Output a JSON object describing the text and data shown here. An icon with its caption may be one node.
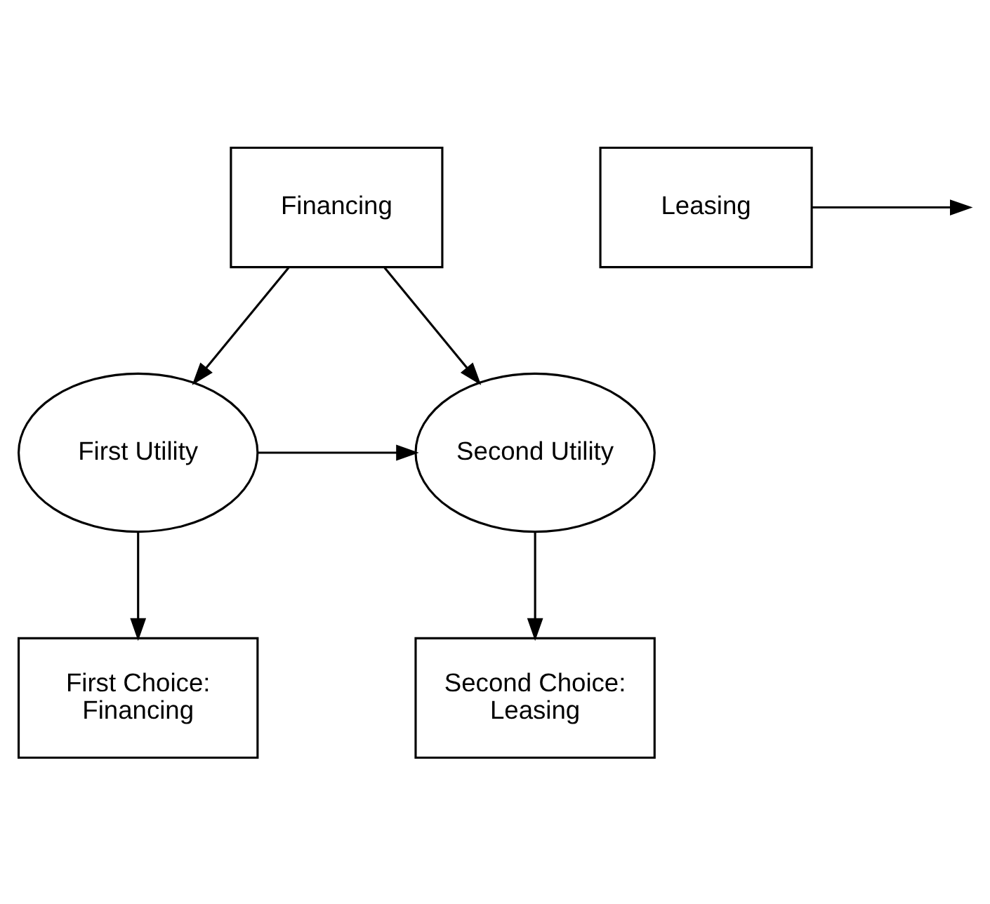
{
  "diagram": {
    "nodes": [
      {
        "text": [
          "Financing"
        ]
      },
      {
        "text": [
          "Leasing"
        ]
      },
      {
        "text": [
          "First Utility"
        ]
      },
      {
        "text": [
          "Second Utility"
        ]
      },
      {
        "text": [
          "First Choice: Financing"
        ]
      },
      {
        "text": [
          "Second Choice: Leasing"
        ]
      }
    ],
    "edges": [
      {
        "from": 0,
        "to": 2,
        "arrow": "to"
      },
      {
        "from": 0,
        "to": 3,
        "arrow": "to"
      },
      {
        "from": 1,
        "to": null,
        "arrow": "to"
      },
      {
        "from": 2,
        "to": 3,
        "arrow": "to"
      },
      {
        "from": 2,
        "to": 4,
        "arrow": "to"
      },
      {
        "from": 3,
        "to": 5,
        "arrow": "to"
      }
    ]
  }
}
